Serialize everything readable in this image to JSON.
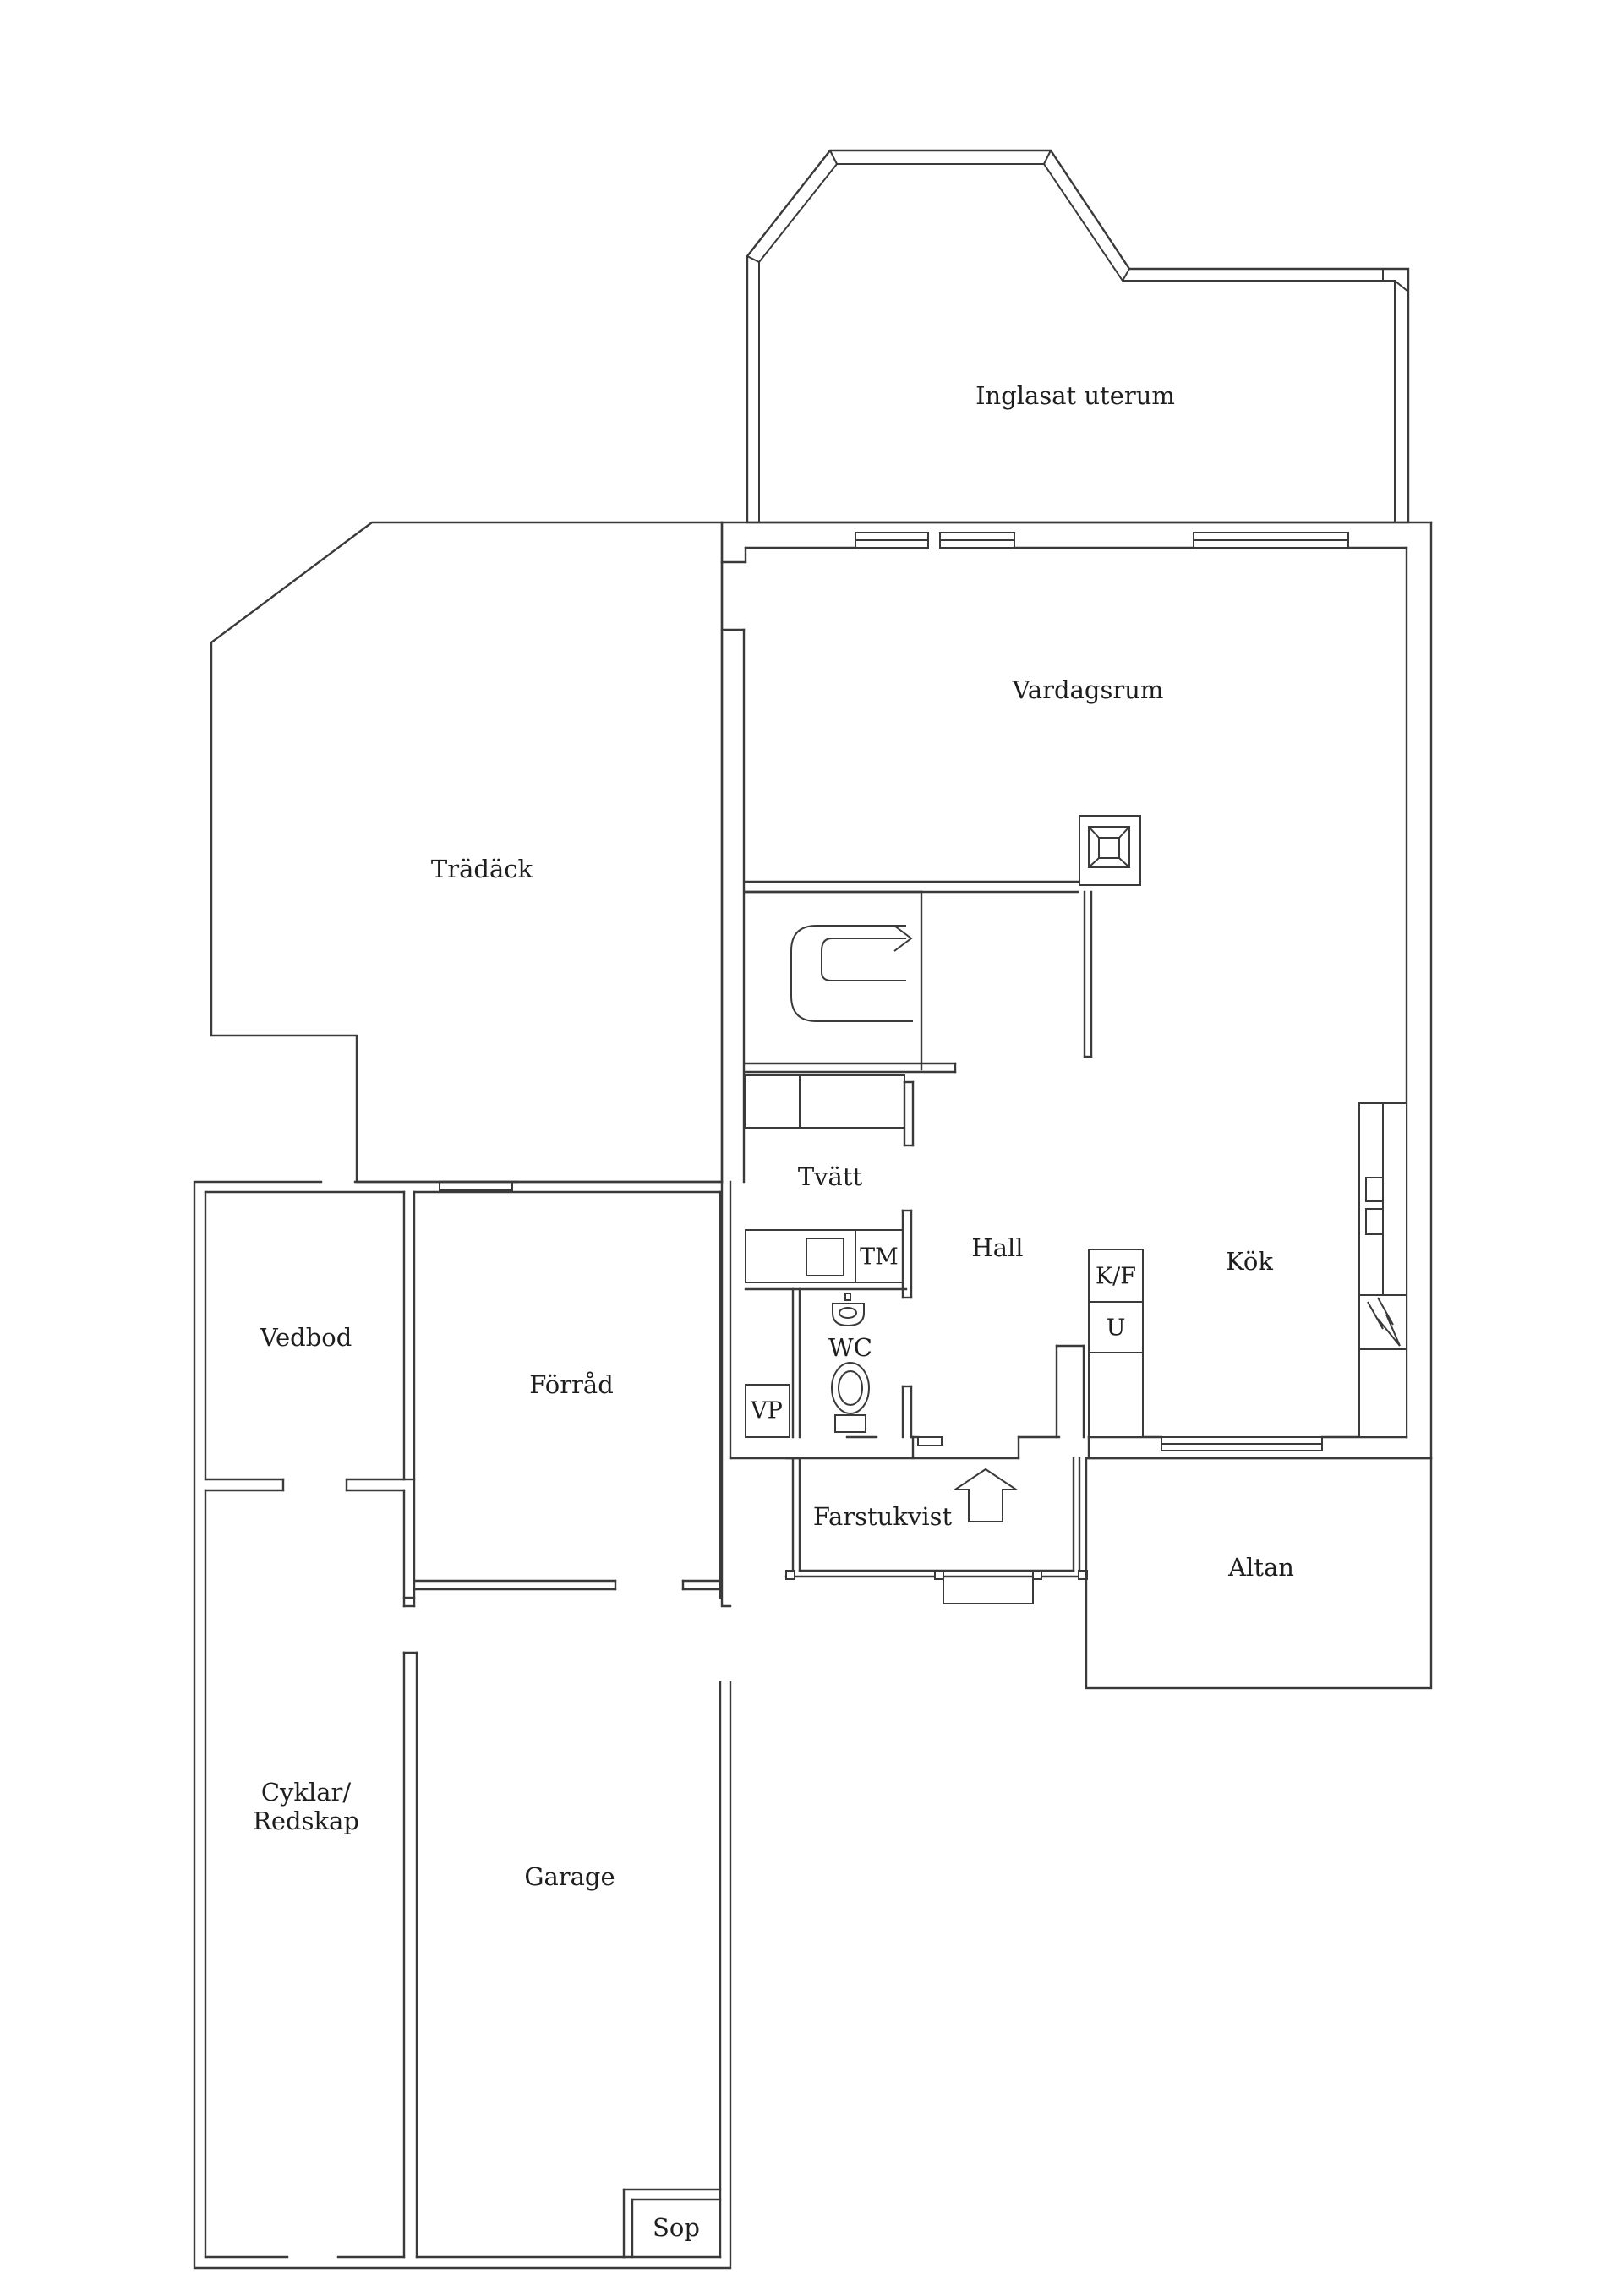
{
  "rooms": {
    "uterum": "Inglasat uterum",
    "vardagsrum": "Vardagsrum",
    "tradack": "Trädäck",
    "tvatt": "Tvätt",
    "hall": "Hall",
    "kok": "Kök",
    "wc": "WC",
    "vedbod": "Vedbod",
    "forrad": "Förråd",
    "farstukvist": "Farstukvist",
    "altan": "Altan",
    "cyklar_line1": "Cyklar/",
    "cyklar_line2": "Redskap",
    "garage": "Garage",
    "sop": "Sop"
  },
  "fixtures": {
    "tm": "TM",
    "kf": "K/F",
    "u": "U",
    "vp": "VP"
  },
  "colors": {
    "line": "#3a3a3a",
    "text": "#1e1e1e",
    "background": "#ffffff"
  }
}
